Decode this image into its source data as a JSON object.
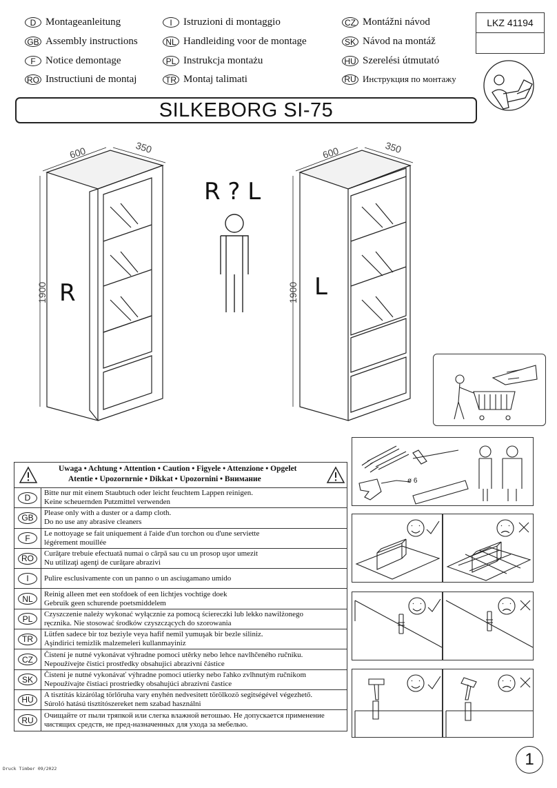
{
  "languages": [
    {
      "code": "D",
      "label": "Montageanleitung"
    },
    {
      "code": "GB",
      "label": "Assembly instructions"
    },
    {
      "code": "F",
      "label": "Notice demontage"
    },
    {
      "code": "RO",
      "label": "Instructiuni de montaj"
    },
    {
      "code": "I",
      "label": "Istruzioni di montaggio"
    },
    {
      "code": "NL",
      "label": "Handleiding voor de montage"
    },
    {
      "code": "PL",
      "label": "Instrukcja montażu"
    },
    {
      "code": "TR",
      "label": "Montaj talimati"
    },
    {
      "code": "CZ",
      "label": "Montážni návod"
    },
    {
      "code": "SK",
      "label": "Návod na montáž"
    },
    {
      "code": "HU",
      "label": "Szerelési útmutató"
    },
    {
      "code": "RU",
      "label": "Инструкция по монтажу"
    }
  ],
  "product_code": "LKZ 41194",
  "title": "SILKEBORG SI-75",
  "dimensions": {
    "width": "600",
    "depth": "350",
    "height": "1900"
  },
  "variants": {
    "right": "R",
    "left": "L",
    "question": "R ? L"
  },
  "icons": {
    "warning": "warning-triangle-icon",
    "reader": "reading-person-icon",
    "cart": "shopping-cart-icon"
  },
  "tools": {
    "drill_size": "ø 6"
  },
  "care": {
    "header_line1": "Uwaga • Achtung • Attention • Caution • Figyele • Attenzione • Opgelet",
    "header_line2": "Atentie • Upozornrnie • Dikkat • Upozornini • Внимание",
    "rows": [
      {
        "code": "D",
        "l1": "Bitte nur mit einem Staubtuch oder leicht feuchtem Lappen reinigen.",
        "l2": "Keine scheuernden Putzmittel verwenden"
      },
      {
        "code": "GB",
        "l1": "Please only with a duster or a damp cloth.",
        "l2": "Do no use any abrasive cleaners"
      },
      {
        "code": "F",
        "l1": "Le nottoyage se fait uniquement á ľaide d'un torchon ou d'une serviette",
        "l2": "légérement mouillée"
      },
      {
        "code": "RO",
        "l1": "Curăţare trebuie efectuată numai o cârpă sau cu un prosop uşor umezit",
        "l2": "Nu utilizaţi agenţi de curăţare abrazivi"
      },
      {
        "code": "I",
        "l1": "Pulire esclusivamente con un panno o un asciugamano umido",
        "l2": ""
      },
      {
        "code": "NL",
        "l1": "Reinig alleen met een stofdoek of een lichtjes vochtige doek",
        "l2": "Gebruik geen schurende poetsmiddelem"
      },
      {
        "code": "PL",
        "l1": "Czyszczenie należy wykonać wyłącznie za pomocą ściereczki lub lekko nawilżonego",
        "l2": "ręcznika. Nie stosować środków czyszczących do szorowania"
      },
      {
        "code": "TR",
        "l1": "Lütfen sadece bir toz beziyle veya hafif nemil yumuşak bir bezle siliniz.",
        "l2": "Aşindirici temizlik malzemeleri kullanmayiniz"
      },
      {
        "code": "CZ",
        "l1": "Čistení je nutné vykonávat výhradne pomoci utěrky nebo lehce navlhčeného ručniku.",
        "l2": "Nepoužívejte čistici prostředky obsahujici abrazivní částice"
      },
      {
        "code": "SK",
        "l1": "Čisteni je nutné vykonávať výhradne pomoci utierky nebo ľahko zvlhnutým ručnikom",
        "l2": "Nepoužívajte čistiaci prostriedky obsahujúci abrazivni častice"
      },
      {
        "code": "HU",
        "l1": "A tisztítás kizárólag törlőruha vary enyhén nedvesitett törölkozö segitségével végezhető.",
        "l2": "Súroló hatású tisztítószereket nem szabad használni"
      },
      {
        "code": "RU",
        "l1": "Очищайте от пыли тряпкой или слегка влажной ветошью. Не допускается применение",
        "l2": "чистящих средств, не пред-назначенных для ухода за мебелью."
      }
    ]
  },
  "footer": "Druck Timber 09/2022",
  "page_number": "1"
}
